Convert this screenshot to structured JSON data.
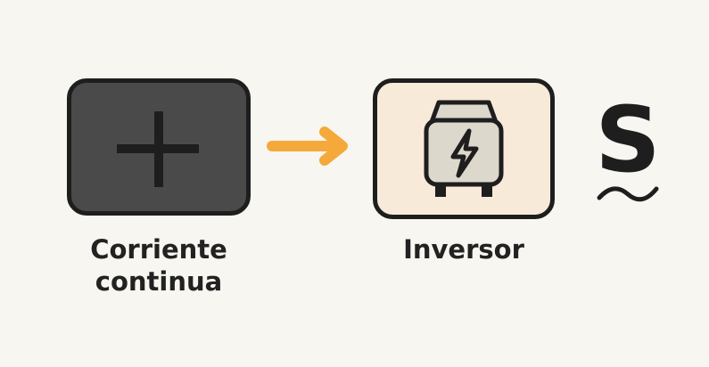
{
  "diagram": {
    "nodes": [
      {
        "id": "dc",
        "label": "Corriente\ncontinua",
        "icon": "plus-icon"
      },
      {
        "id": "inverter",
        "label": "Inversor",
        "icon": "inverter-lightning-icon"
      },
      {
        "id": "ac",
        "icon": "ac-sine-wave-icon"
      }
    ],
    "edges": [
      {
        "from": "dc",
        "to": "inverter",
        "arrow": "arrow-right-icon"
      }
    ],
    "colors": {
      "background": "#f7f6f1",
      "dc_box": "#4a4a4a",
      "inverter_box": "#f7ead8",
      "arrow": "#f5a93a",
      "outline": "#1e1e1e"
    }
  }
}
